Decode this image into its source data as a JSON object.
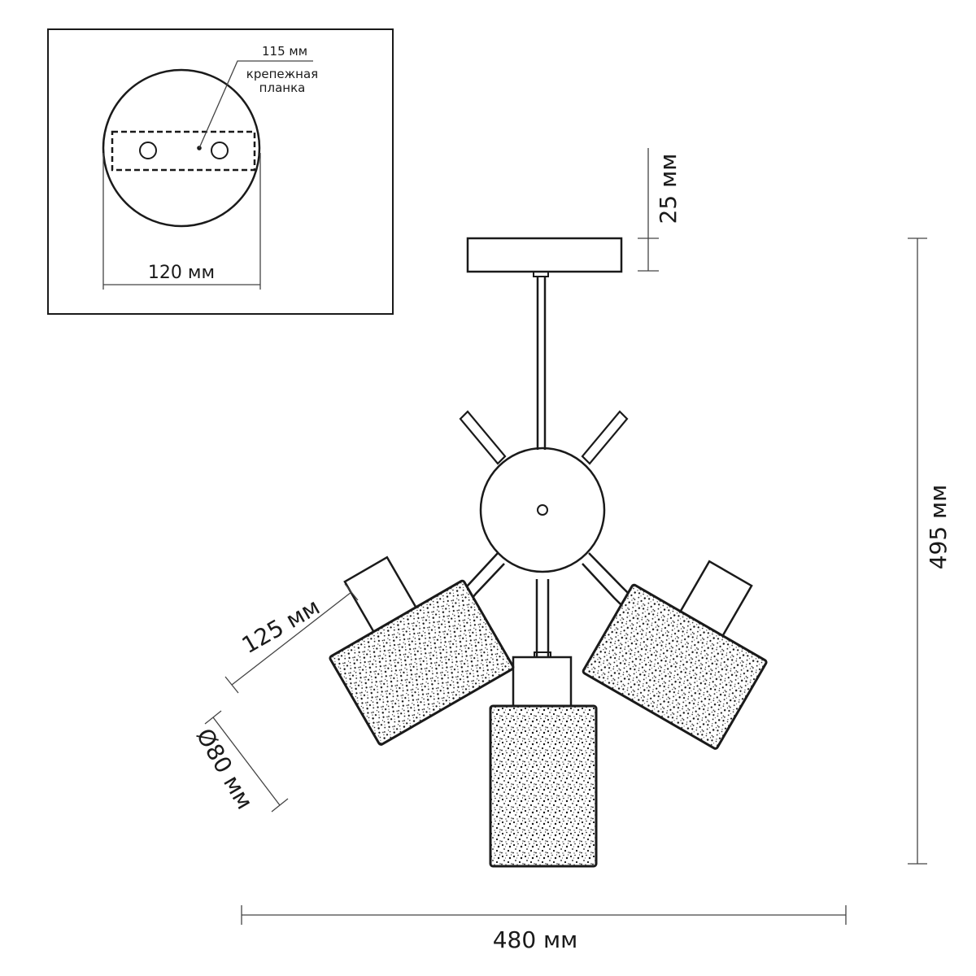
{
  "inset": {
    "plate_width_label": "115 мм",
    "bracket_label_line1": "крепежная",
    "bracket_label_line2": "планка",
    "canopy_diameter_label": "120 мм"
  },
  "dimensions": {
    "canopy_height_label": "25 мм",
    "total_height_label": "495 мм",
    "total_width_label": "480 мм",
    "shade_length_label": "125 мм",
    "shade_diameter_label": "Ø80 мм"
  },
  "colors": {
    "line": "#1a1a1a",
    "dimension_line": "#444444",
    "background": "#ffffff"
  }
}
